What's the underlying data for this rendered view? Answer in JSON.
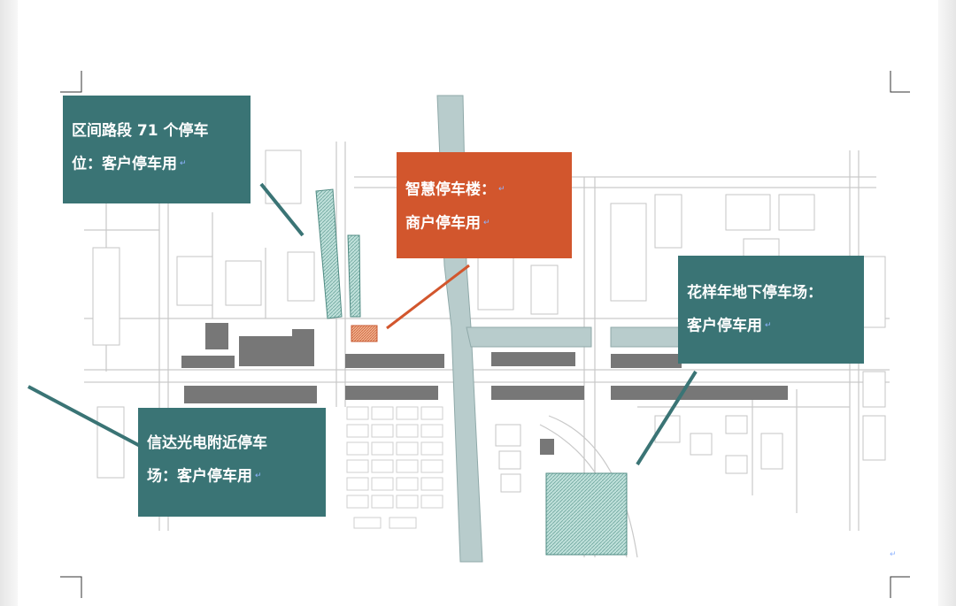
{
  "callouts": {
    "roadside": {
      "line1": "区间路段 71 个停车",
      "line2": "位：客户停车用",
      "color": "#3a7475"
    },
    "smart_garage": {
      "line1": "智慧停车楼：",
      "line2": "商户停车用",
      "color": "#d2562d"
    },
    "huayang": {
      "line1": "花样年地下停车场：",
      "line2": "客户停车用",
      "color": "#3a7475"
    },
    "xinda": {
      "line1": "信达光电附近停车",
      "line2": "场：客户停车用",
      "color": "#3a7475"
    }
  },
  "colors": {
    "river": "#b8cccc",
    "building_dark": "#777777",
    "hatch_parking": "#a9cfc9",
    "pointer_teal": "#3a7475",
    "pointer_orange": "#d2562d"
  },
  "icons": {
    "paragraph_mark": "↵"
  }
}
